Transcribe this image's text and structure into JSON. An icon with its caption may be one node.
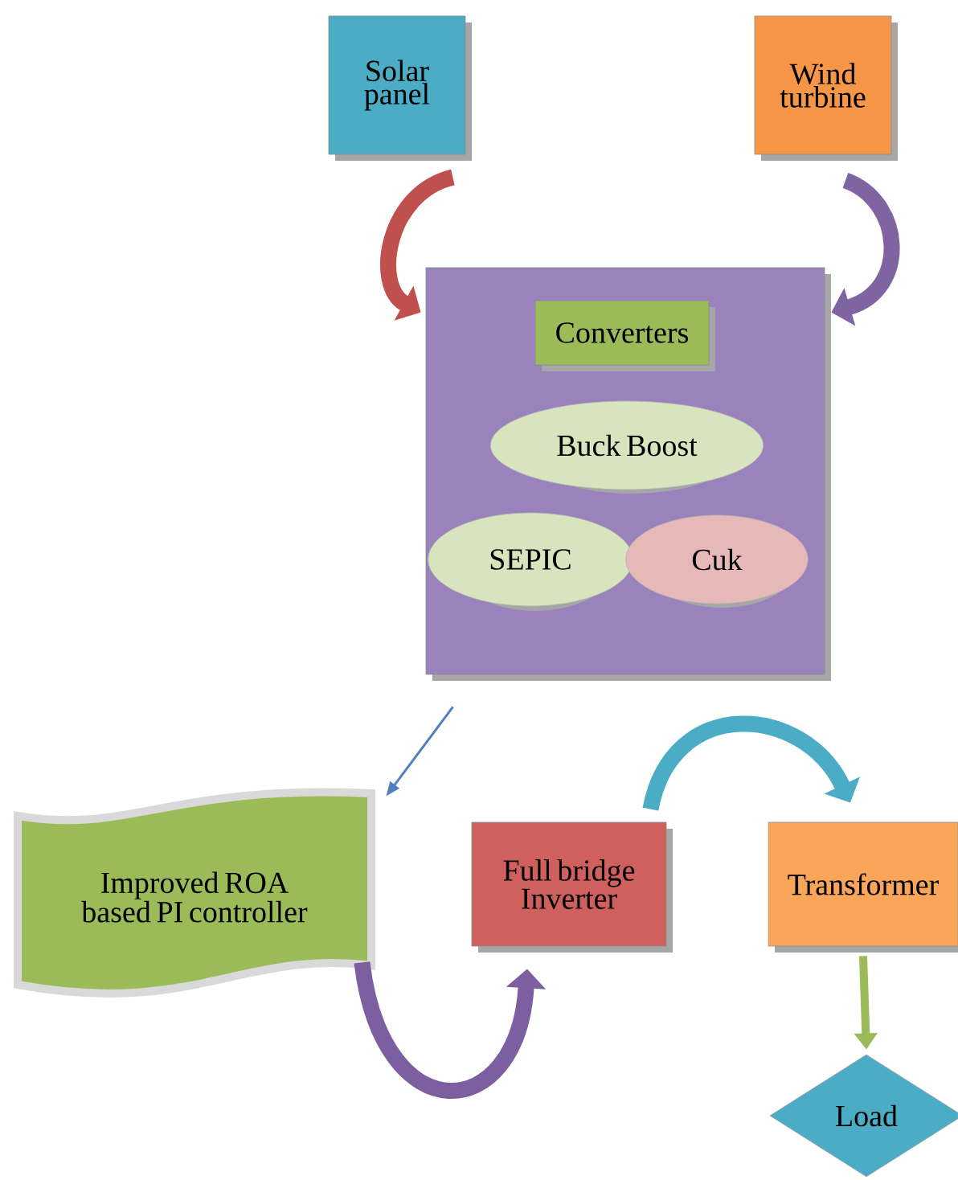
{
  "diagram": {
    "nodes": [
      {
        "text": [
          "Solar panel"
        ]
      },
      {
        "text": [
          "Wind turbine"
        ]
      },
      {
        "text": [],
        "shape": "box"
      },
      {
        "text": [
          "Converters"
        ],
        "in": 2
      },
      {
        "text": [
          "Buck Boost"
        ],
        "in": 2
      },
      {
        "text": [
          "SEPIC"
        ],
        "in": 2
      },
      {
        "text": [
          "Cuk"
        ],
        "in": 2
      },
      {
        "text": [
          "Improved ROA based PI controller"
        ]
      },
      {
        "text": [
          "Full bridge Inverter"
        ]
      },
      {
        "text": [
          "Transformer"
        ]
      },
      {
        "text": [
          "Load"
        ]
      }
    ],
    "edges": [
      {
        "from": 0,
        "to": 2,
        "arrow": "to",
        "color": "#c0504d"
      },
      {
        "from": 1,
        "to": 2,
        "arrow": "to",
        "color": "#8064a2"
      },
      {
        "from": 2,
        "to": 7,
        "arrow": "to",
        "color": "#4f81bd"
      },
      {
        "from": 7,
        "to": 8,
        "arrow": "to",
        "color": "#7b5fa0"
      },
      {
        "from": 8,
        "to": 9,
        "arrow": "to",
        "color": "#4bacc6"
      },
      {
        "from": 9,
        "to": 10,
        "arrow": "to",
        "color": "#9bbb59"
      }
    ]
  }
}
